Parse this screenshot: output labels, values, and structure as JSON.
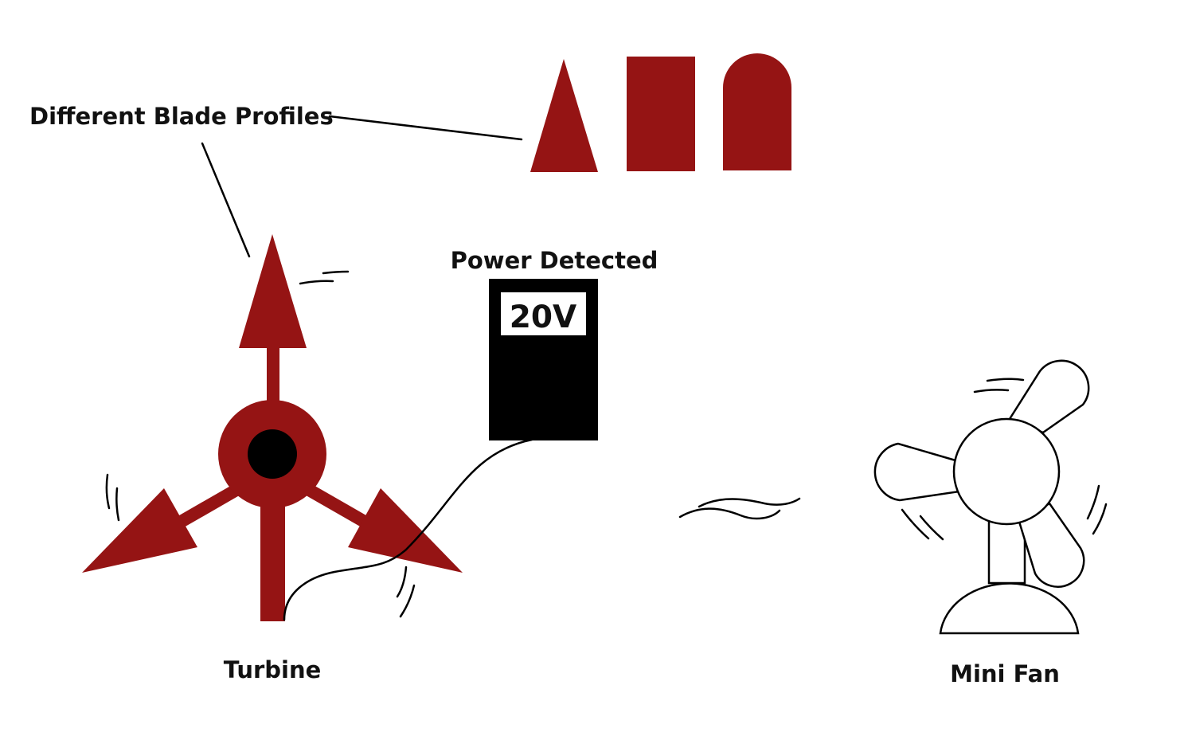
{
  "labels": {
    "blade_profiles": "Different Blade Profiles",
    "power_detected": "Power Detected",
    "voltage": "20V",
    "turbine": "Turbine",
    "mini_fan": "Mini Fan"
  },
  "colors": {
    "blade": "#951414",
    "meter_body": "#000000",
    "outline": "#000000",
    "background": "#ffffff"
  },
  "blade_profiles": [
    "triangle",
    "rectangle",
    "rounded-top"
  ]
}
